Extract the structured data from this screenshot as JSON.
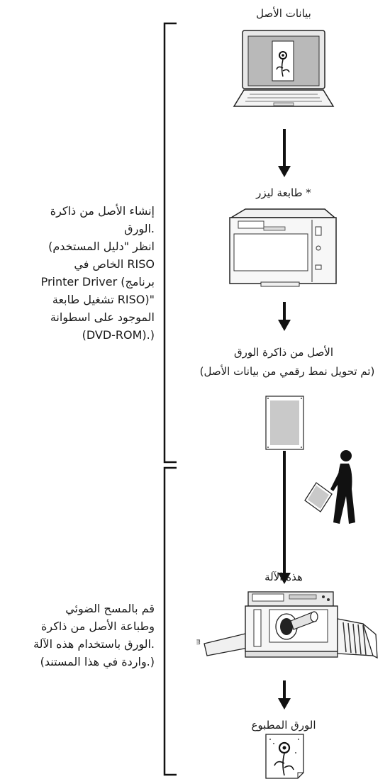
{
  "labels": {
    "original_data": "بيانات الأصل",
    "laser_printer": "طابعة ليزر *",
    "paper_original_line1": "الأصل من ذاكرة الورق",
    "paper_original_line2": "(تم تحويل نمط رقمي من بيانات الأصل)",
    "this_machine": "هذه الآلة",
    "printed_paper": "الورق المطبوع"
  },
  "notes": {
    "top": [
      "إنشاء الأصل من ذاكرة",
      "الورق.",
      "(انظر \"دليل المستخدم",
      "الخاص في RISO",
      "Printer Driver (برنامج",
      "تشغيل طابعة RISO)\"",
      "الموجود على اسطوانة",
      "(DVD-ROM).)"
    ],
    "bottom": [
      "قم بالمسح الضوئي",
      "وطباعة الأصل من ذاكرة",
      "الورق باستخدام هذه الآلة.",
      "(واردة في هذا المستند.)"
    ]
  },
  "icons": [
    "laptop-icon",
    "laser-printer-icon",
    "paper-original-icon",
    "walking-person-icon",
    "printing-machine-icon",
    "printed-paper-icon"
  ]
}
